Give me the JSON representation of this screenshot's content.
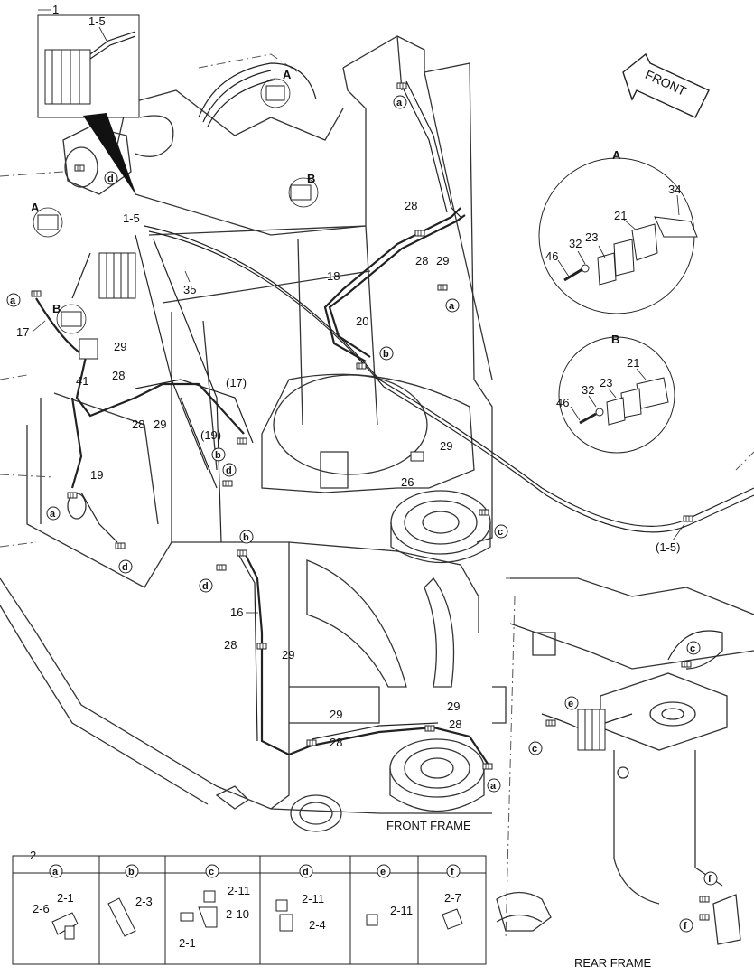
{
  "labels": {
    "inset1": "1",
    "inset1_part": "1-5",
    "front": "FRONT",
    "front_frame": "FRONT FRAME",
    "rear_frame": "REAR FRAME",
    "callouts": {
      "c_1_5": "1-5",
      "c_35": "35",
      "c_17": "17",
      "c_29a": "29",
      "c_41": "41",
      "c_28a": "28",
      "c_28b": "28",
      "c_29b": "29",
      "c_17p": "(17)",
      "c_19p": "(19)",
      "c_19": "19",
      "c_18": "18",
      "c_20": "20",
      "c_28c": "28",
      "c_28d": "28",
      "c_29c": "29",
      "c_29d": "29",
      "c_26": "26",
      "c_15p": "(1-5)",
      "c_16": "16",
      "c_28e": "28",
      "c_29e": "29",
      "c_29f": "29",
      "c_29g": "29",
      "c_28f": "28",
      "c_28g": "28"
    },
    "detail_A": {
      "title": "A",
      "p34": "34",
      "p21": "21",
      "p23": "23",
      "p32": "32",
      "p46": "46"
    },
    "detail_B": {
      "title": "B",
      "p21": "21",
      "p23": "23",
      "p32": "32",
      "p46": "46"
    },
    "markers": {
      "A1": "A",
      "A2": "A",
      "B1": "B",
      "B2": "B",
      "a1": "a",
      "a2": "a",
      "a3": "a",
      "a4": "a",
      "a5": "a",
      "b1": "b",
      "b2": "b",
      "b3": "b",
      "c1": "c",
      "c2": "c",
      "c3": "c",
      "d1": "d",
      "d2": "d",
      "d3": "d",
      "d4": "d",
      "e1": "e",
      "f1": "f",
      "f2": "f"
    }
  },
  "legend": {
    "title": "2",
    "columns": [
      {
        "key": "a",
        "parts": [
          "2-1",
          "2-6"
        ]
      },
      {
        "key": "b",
        "parts": [
          "2-3"
        ]
      },
      {
        "key": "c",
        "parts": [
          "2-11",
          "2-10",
          "2-1"
        ]
      },
      {
        "key": "d",
        "parts": [
          "2-11",
          "2-4"
        ]
      },
      {
        "key": "e",
        "parts": [
          "2-11"
        ]
      },
      {
        "key": "f",
        "parts": [
          "2-7"
        ]
      }
    ]
  }
}
